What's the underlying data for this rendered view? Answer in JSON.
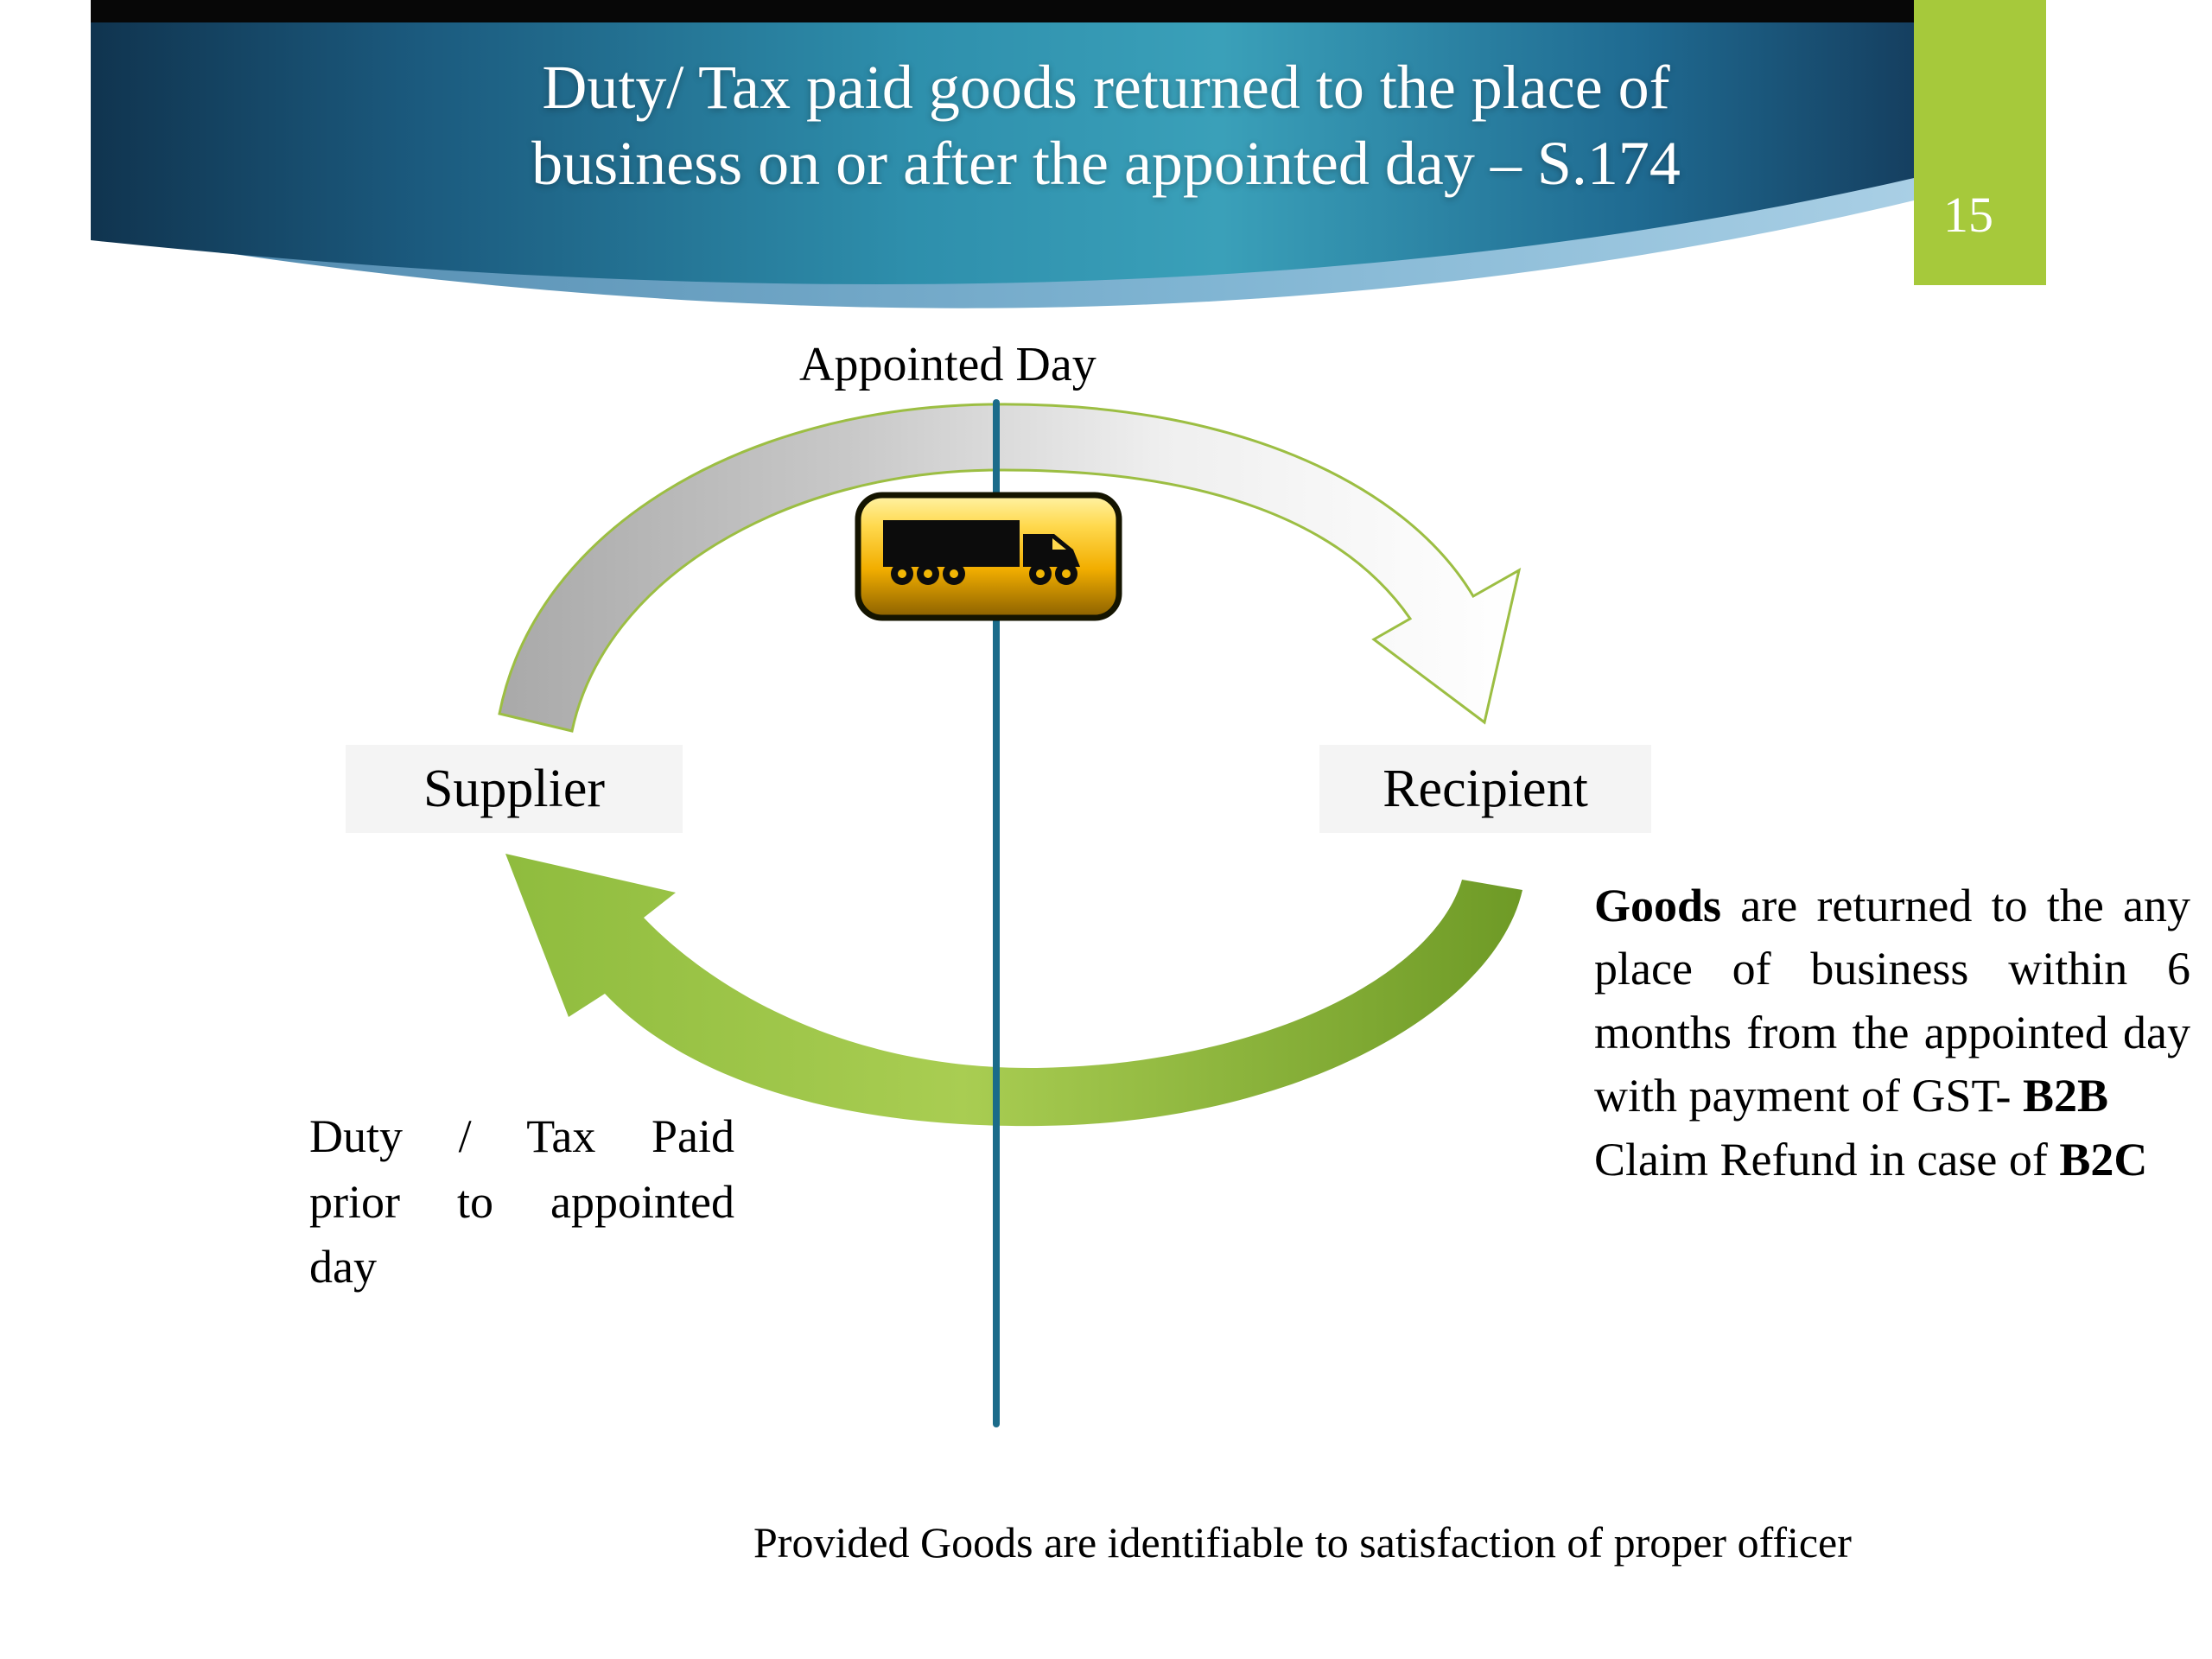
{
  "slide": {
    "title_line1": "Duty/ Tax paid goods returned to the place of",
    "title_line2": "business on or after the appointed day – S.174",
    "page_number": "15",
    "colors": {
      "accent_green": "#A6C93B",
      "banner_dark_blue": "#15476B",
      "banner_teal": "#389DB7",
      "timeline_teal": "#1B6B8A",
      "arrow_green": "#8FBC3E",
      "label_box_gray": "#F4F4F4",
      "truck_gold": "#F2AE00"
    }
  },
  "diagram": {
    "timeline_label": "Appointed Day",
    "truck_icon": "truck-icon",
    "supplier_label": "Supplier",
    "recipient_label": "Recipient",
    "left_note_lines": [
      "Duty / Tax Paid",
      "prior to appointed",
      "day"
    ],
    "right_note_segments": [
      {
        "text": "Goods",
        "bold": true
      },
      {
        "text": " are returned to the any place of business within 6 months from the appointed day with payment of GST- ",
        "bold": false
      },
      {
        "text": "B2B",
        "bold": true
      },
      {
        "br": true
      },
      {
        "text": "Claim Refund in case of ",
        "bold": false
      },
      {
        "text": "B2C",
        "bold": true
      }
    ],
    "footer_note": "Provided Goods are identifiable to satisfaction of proper officer"
  }
}
